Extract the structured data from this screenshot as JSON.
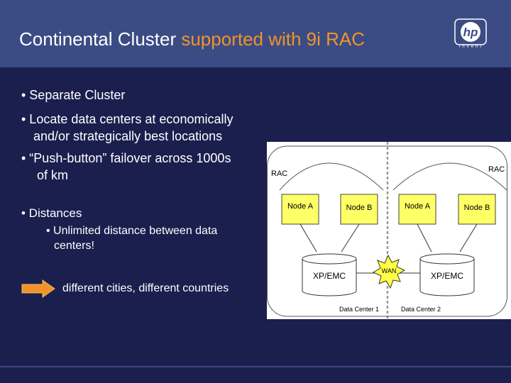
{
  "slide": {
    "title_main": "Continental Cluster ",
    "title_accent": "supported with 9i RAC",
    "logo_text": "hp",
    "logo_sub": "invent",
    "bullets": {
      "b1": "• Separate Cluster",
      "b2_line1": "• Locate data centers at economically",
      "b2_line2": "and/or strategically best locations",
      "b3_line1": "• “Push-button” failover across 1000s",
      "b3_line2": "of km",
      "b4": "• Distances",
      "b5_line1": "• Unlimited distance between data",
      "b5_line2": "centers!",
      "b6": "different cities, different countries"
    }
  },
  "diagram": {
    "rac_left": "RAC",
    "rac_right": "RAC",
    "node_a1": "Node A",
    "node_b1": "Node B",
    "node_a2": "Node A",
    "node_b2": "Node B",
    "storage1": "XP/EMC",
    "storage2": "XP/EMC",
    "wan": "WAN",
    "dc1": "Data Center 1",
    "dc2": "Data Center 2"
  },
  "colors": {
    "background": "#1b1f4e",
    "header": "#3b4c84",
    "accent": "#f0942a",
    "node_fill": "#ffff66",
    "panel": "#ffffff"
  }
}
